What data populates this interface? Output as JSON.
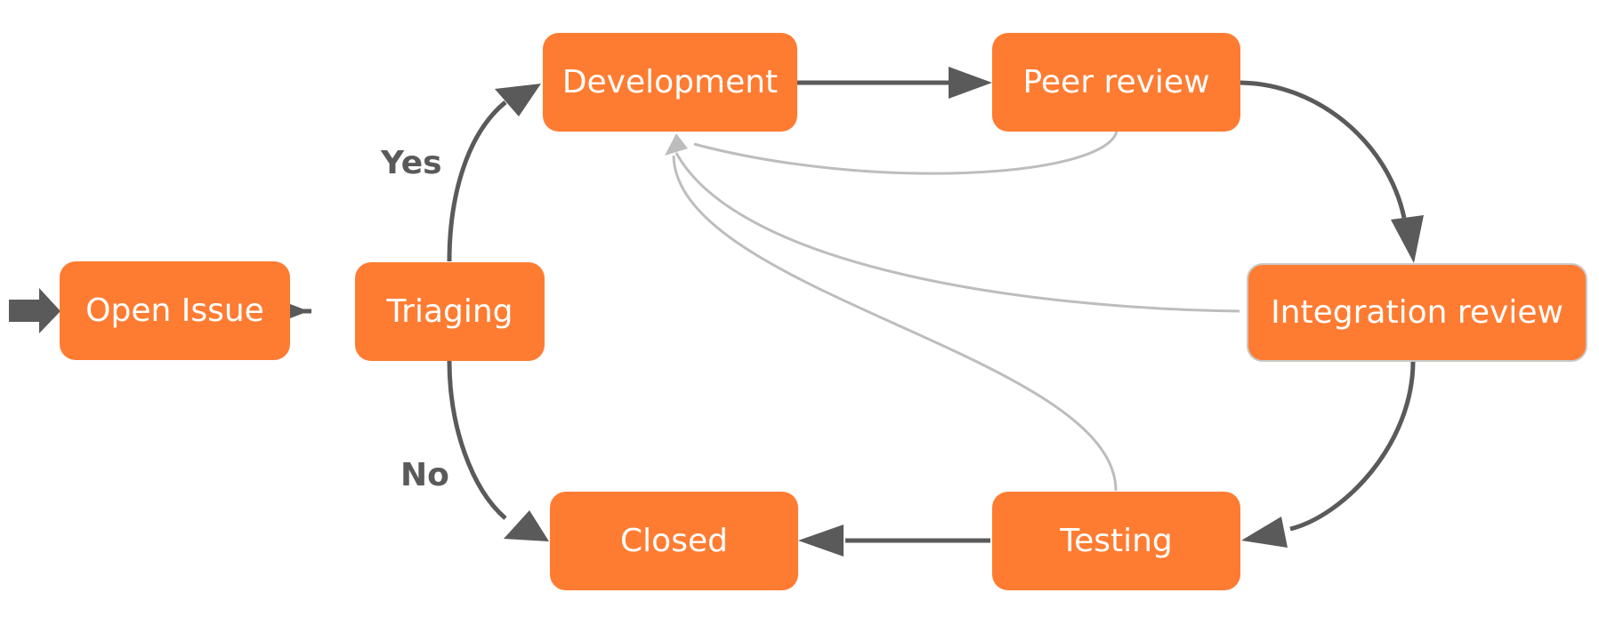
{
  "colors": {
    "node_fill": "#fe7c32",
    "node_text": "#ffffff",
    "main_edge": "#5a5a5a",
    "return_edge": "#bdbdbd",
    "label_text": "#5a5a5a"
  },
  "nodes": {
    "open_issue": "Open Issue",
    "triaging": "Triaging",
    "development": "Development",
    "peer_review": "Peer review",
    "integration_review": "Integration review",
    "testing": "Testing",
    "closed": "Closed"
  },
  "edge_labels": {
    "yes": "Yes",
    "no": "No"
  },
  "edges": [
    {
      "from": "start",
      "to": "open_issue",
      "style": "main"
    },
    {
      "from": "open_issue",
      "to": "triaging",
      "style": "main"
    },
    {
      "from": "triaging",
      "to": "development",
      "style": "main",
      "label": "yes"
    },
    {
      "from": "triaging",
      "to": "closed",
      "style": "main",
      "label": "no"
    },
    {
      "from": "development",
      "to": "peer_review",
      "style": "main"
    },
    {
      "from": "peer_review",
      "to": "integration_review",
      "style": "main"
    },
    {
      "from": "integration_review",
      "to": "testing",
      "style": "main"
    },
    {
      "from": "testing",
      "to": "closed",
      "style": "main"
    },
    {
      "from": "peer_review",
      "to": "development",
      "style": "return"
    },
    {
      "from": "integration_review",
      "to": "development",
      "style": "return"
    },
    {
      "from": "testing",
      "to": "development",
      "style": "return"
    }
  ]
}
